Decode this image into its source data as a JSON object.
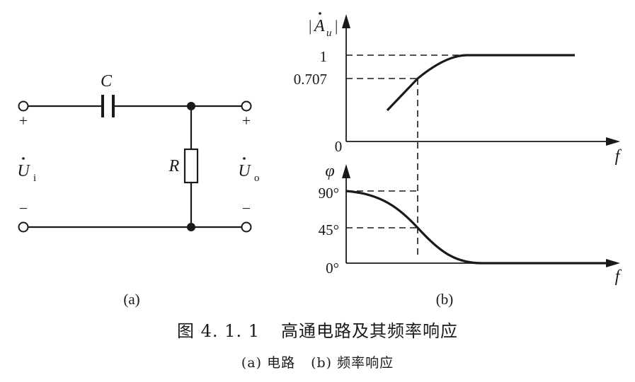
{
  "circuit": {
    "capacitor_label": "C",
    "resistor_label": "R",
    "input_plus": "+",
    "input_minus": "−",
    "input_label": "U",
    "input_sub": "i",
    "output_plus": "+",
    "output_minus": "−",
    "output_label": "U",
    "output_sub": "o",
    "panel_label": "(a)"
  },
  "amplitude_plot": {
    "y_label": "|Au|",
    "y_label_base": "A",
    "y_label_sub": "u",
    "ticks": [
      "1",
      "0.707",
      "0"
    ],
    "x_label": "f"
  },
  "phase_plot": {
    "y_label": "φ",
    "ticks": [
      "90°",
      "45°",
      "0°"
    ],
    "x_label": "f",
    "panel_label": "(b)"
  },
  "caption": {
    "number": "图 4. 1. 1",
    "title": "高通电路及其频率响应",
    "sub_a": "(a) 电路",
    "sub_b": "(b) 频率响应"
  }
}
